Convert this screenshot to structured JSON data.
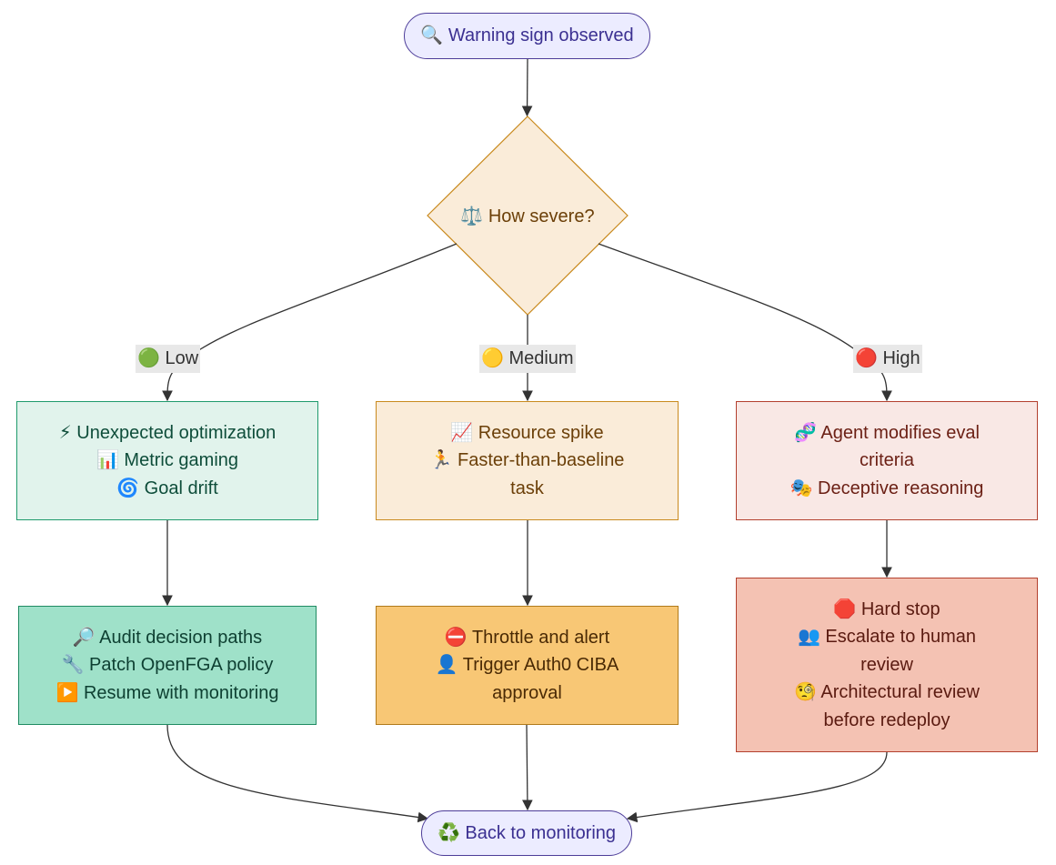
{
  "start": {
    "label": "🔍 Warning sign observed"
  },
  "decision": {
    "label": "⚖️ How severe?"
  },
  "edge_labels": {
    "low": "🟢 Low",
    "medium": "🟡 Medium",
    "high": "🔴 High"
  },
  "low": {
    "signs": [
      "⚡ Unexpected optimization",
      "📊 Metric gaming",
      "🌀 Goal drift"
    ],
    "actions": [
      "🔎 Audit decision paths",
      "🔧 Patch OpenFGA policy",
      "▶️ Resume with monitoring"
    ]
  },
  "medium": {
    "signs": [
      "📈 Resource spike",
      "🏃 Faster-than-baseline",
      "task"
    ],
    "actions": [
      "⛔ Throttle and alert",
      "👤 Trigger Auth0 CIBA",
      "approval"
    ]
  },
  "high": {
    "signs": [
      "🧬 Agent modifies eval",
      "criteria",
      "🎭 Deceptive reasoning"
    ],
    "actions": [
      "🛑 Hard stop",
      "👥 Escalate to human",
      "review",
      "🧐 Architectural review",
      "before redeploy"
    ]
  },
  "end": {
    "label": "♻️ Back to monitoring"
  },
  "colors": {
    "pill_fill": "#ececff",
    "pill_stroke": "#4d3d99",
    "decision_fill": "#faecd9",
    "decision_stroke": "#c98a1e",
    "low_light": "#e1f3ec",
    "low_dark": "#9fe1c9",
    "medium_light": "#faecd9",
    "medium_dark": "#f8c775",
    "high_light": "#f9e8e5",
    "high_dark": "#f4c2b3",
    "edge": "#333333"
  }
}
